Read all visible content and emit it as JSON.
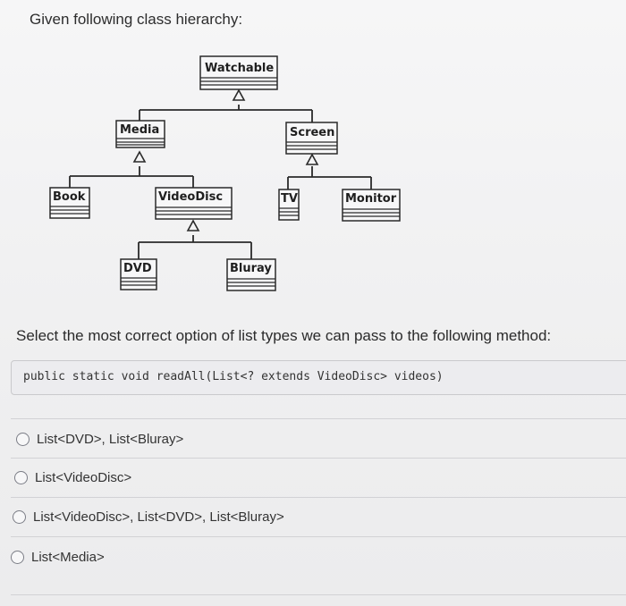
{
  "question": {
    "title": "Given following class hierarchy:",
    "prompt": "Select the most correct option of list types we can pass to the following method:",
    "code": "public static void readAll(List<? extends VideoDisc> videos)"
  },
  "diagram": {
    "classes": {
      "watchable": "Watchable",
      "media": "Media",
      "screen": "Screen",
      "book": "Book",
      "videodisc": "VideoDisc",
      "tv": "TV",
      "monitor": "Monitor",
      "dvd": "DVD",
      "bluray": "Bluray"
    }
  },
  "options": [
    {
      "label": "List<DVD>, List<Bluray>"
    },
    {
      "label": "List<VideoDisc>"
    },
    {
      "label": "List<VideoDisc>, List<DVD>, List<Bluray>"
    },
    {
      "label": "List<Media>"
    }
  ]
}
